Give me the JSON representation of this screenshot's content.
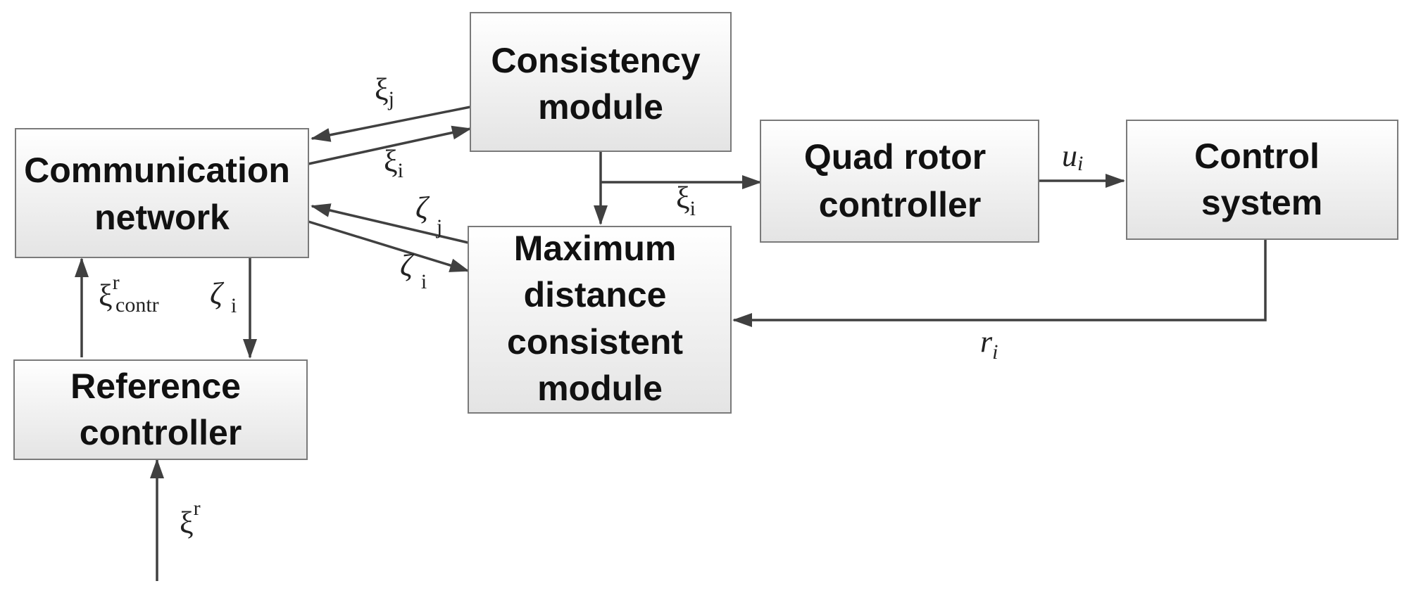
{
  "blocks": {
    "communication_network": {
      "lines": [
        "Communication",
        "network"
      ]
    },
    "consistency_module": {
      "lines": [
        "Consistency",
        "module"
      ]
    },
    "quad_rotor_controller": {
      "lines": [
        "Quad rotor",
        "controller"
      ]
    },
    "control_system": {
      "lines": [
        "Control",
        "system"
      ]
    },
    "max_distance_module": {
      "lines": [
        "Maximum",
        "distance",
        "consistent",
        "module"
      ]
    },
    "reference_controller": {
      "lines": [
        "Reference",
        "controller"
      ]
    }
  },
  "signals": {
    "xi_j": {
      "base": "ξ",
      "sub": "j"
    },
    "xi_i_to_consistency": {
      "base": "ξ",
      "sub": "i"
    },
    "xi_i_to_quad": {
      "base": "ξ",
      "sub": "i"
    },
    "zeta_j": {
      "base": "ζ",
      "sub": "j"
    },
    "zeta_i_to_max": {
      "base": "ζ",
      "sub": "i"
    },
    "zeta_i_to_ref": {
      "base": "ζ",
      "sub": "i"
    },
    "xi_r_contr": {
      "base": "ξ",
      "sup": "r",
      "sub": "contr"
    },
    "xi_r": {
      "base": "ξ",
      "sup": "r"
    },
    "u_i": {
      "base": "u",
      "sub": "i"
    },
    "r_i": {
      "base": "r",
      "sub": "i"
    }
  }
}
